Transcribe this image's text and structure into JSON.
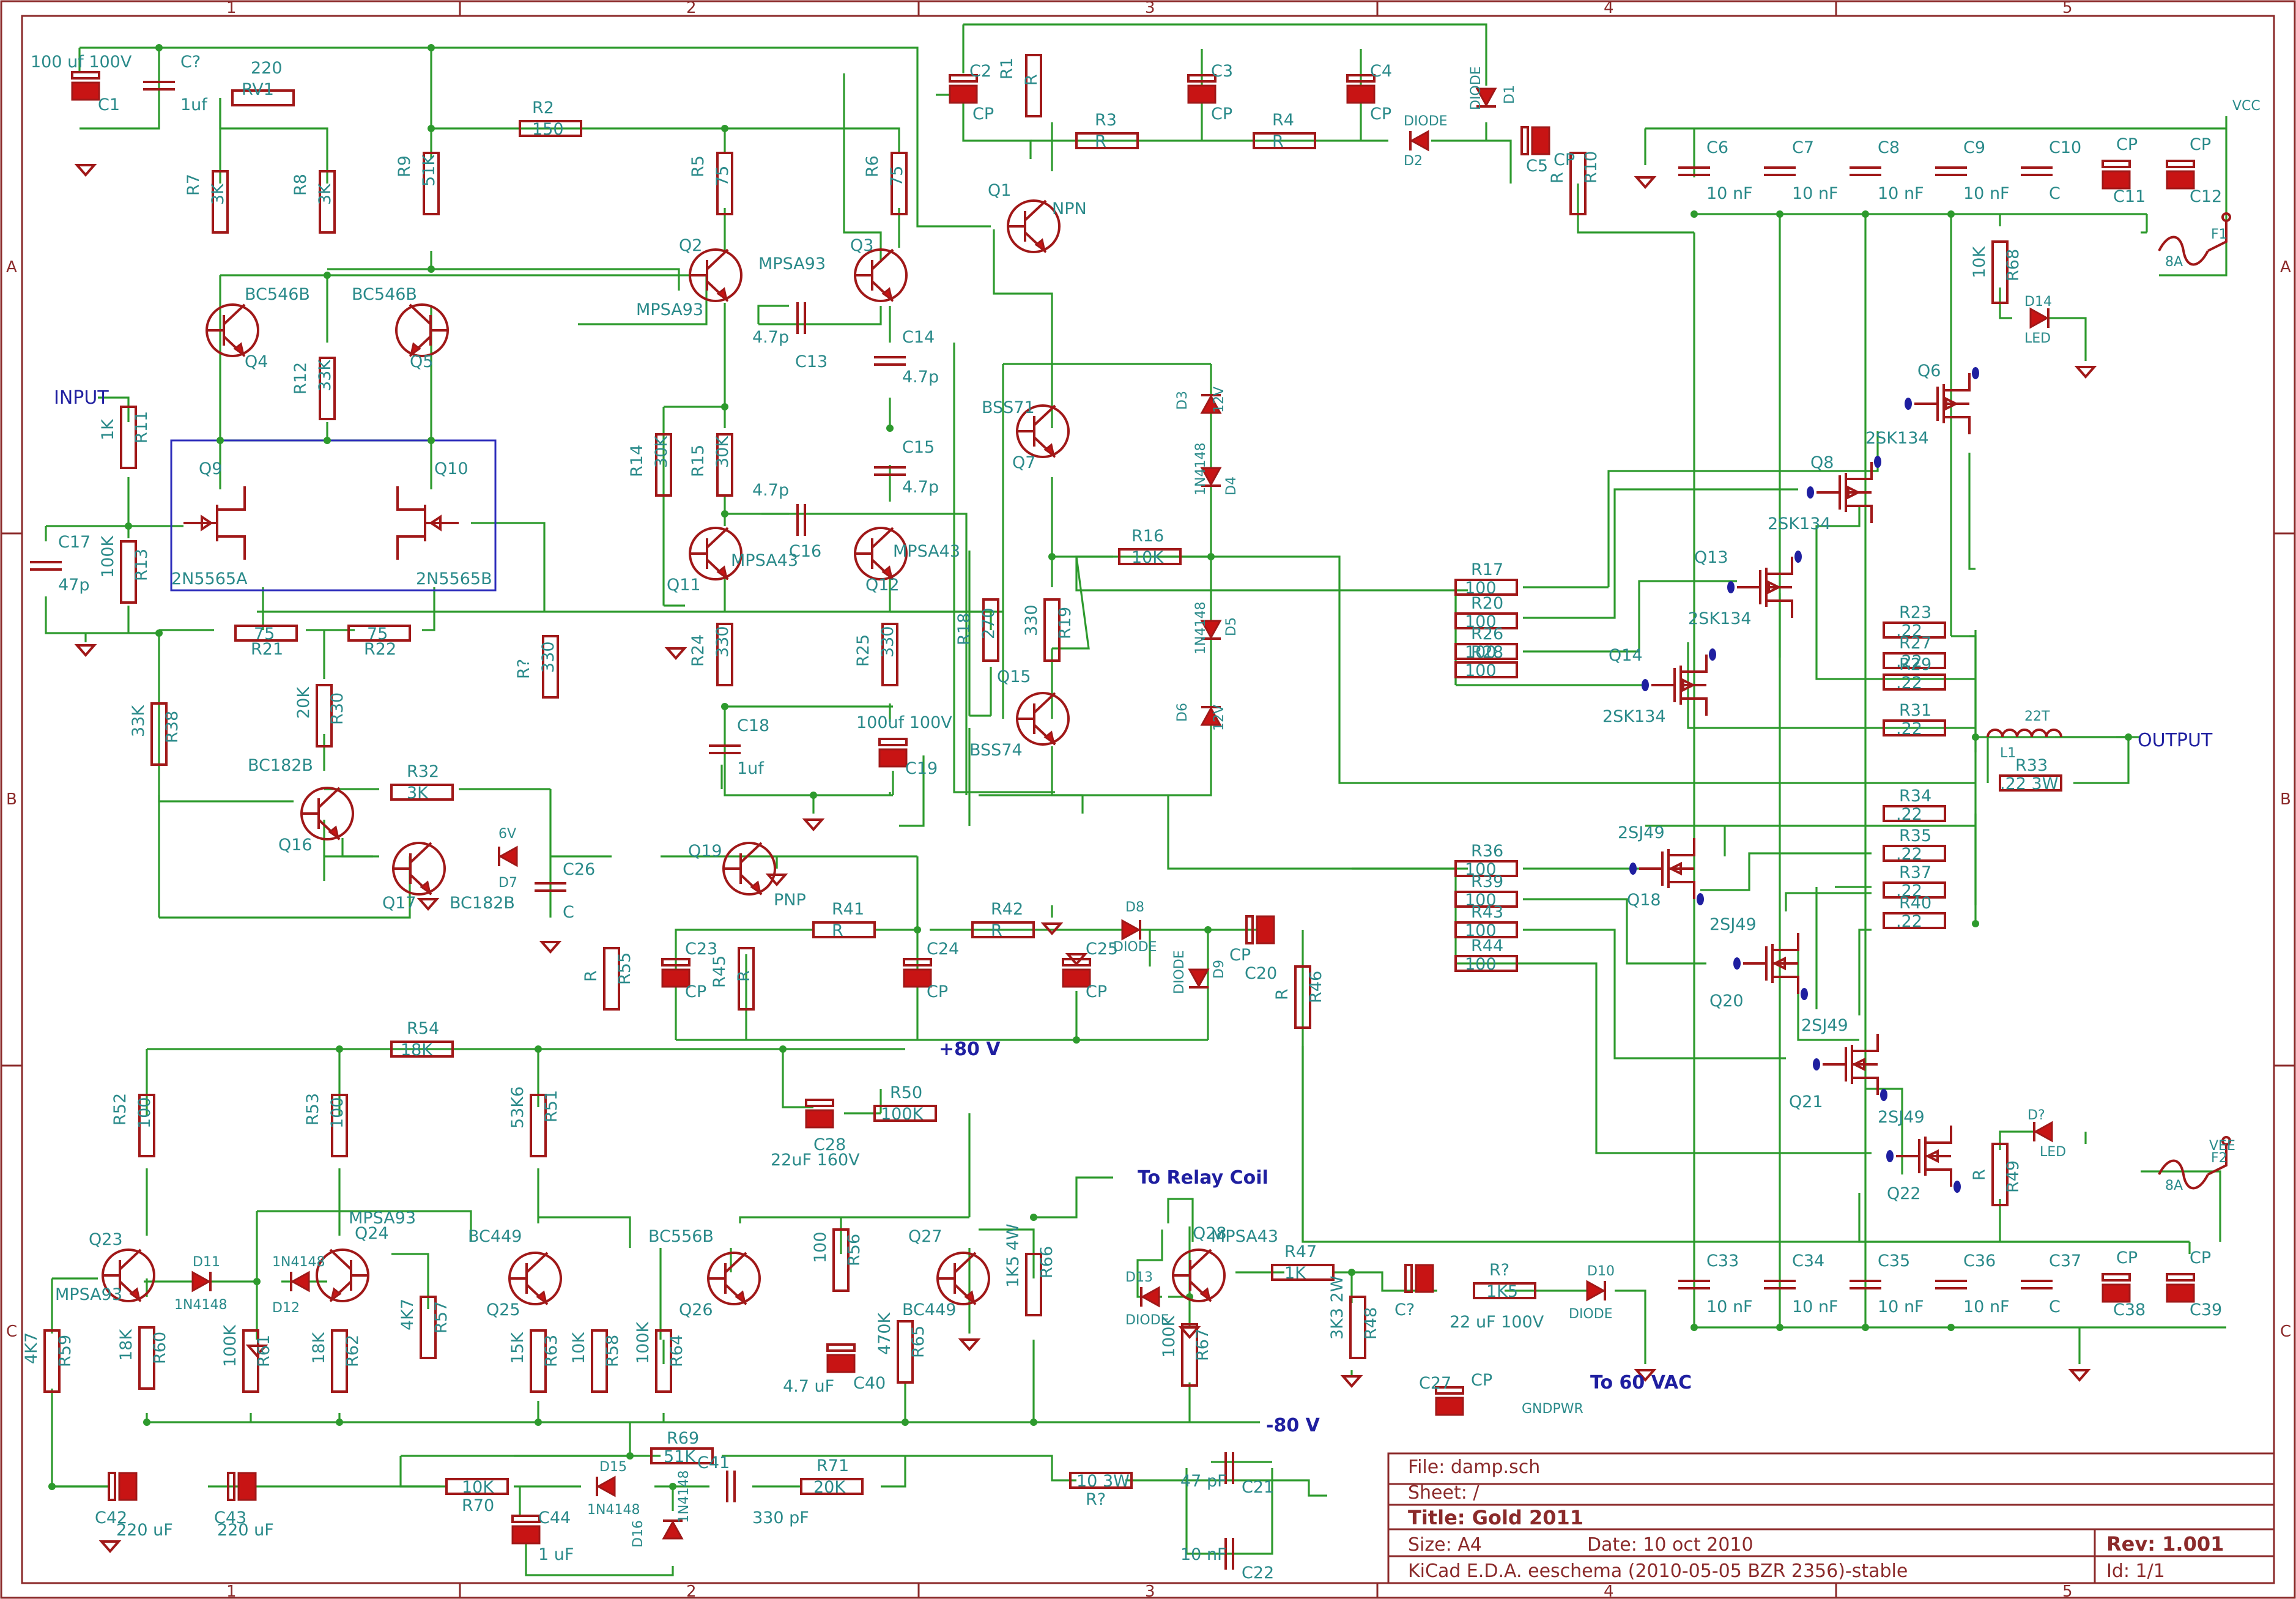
{
  "ruler": {
    "cols": [
      "1",
      "2",
      "3",
      "4",
      "5"
    ],
    "rows": [
      "A",
      "B",
      "C"
    ]
  },
  "nets": {
    "input": "INPUT",
    "output": "OUTPUT",
    "p80": "+80 V",
    "n80": "-80 V",
    "relay": "To Relay Coil",
    "ac": "To 60 VAC",
    "vcc": "VCC",
    "vee": "VEE",
    "gndpwr": "GNDPWR"
  },
  "resistors": [
    {
      "ref": "RV1",
      "val": "220"
    },
    {
      "ref": "R2",
      "val": "150"
    },
    {
      "ref": "R7",
      "val": "3K"
    },
    {
      "ref": "R8",
      "val": "3K"
    },
    {
      "ref": "R9",
      "val": "51K"
    },
    {
      "ref": "R5",
      "val": "75"
    },
    {
      "ref": "R6",
      "val": "75"
    },
    {
      "ref": "R1",
      "val": "R"
    },
    {
      "ref": "R3",
      "val": "R"
    },
    {
      "ref": "R4",
      "val": "R"
    },
    {
      "ref": "R10",
      "val": "R"
    },
    {
      "ref": "R68",
      "val": "10K"
    },
    {
      "ref": "R12",
      "val": "33K"
    },
    {
      "ref": "R11",
      "val": "1K"
    },
    {
      "ref": "R13",
      "val": "100K"
    },
    {
      "ref": "R14",
      "val": "30K"
    },
    {
      "ref": "R15",
      "val": "30K"
    },
    {
      "ref": "R16",
      "val": "10K"
    },
    {
      "ref": "R18",
      "val": "270"
    },
    {
      "ref": "R19",
      "val": "330"
    },
    {
      "ref": "R21",
      "val": "75"
    },
    {
      "ref": "R22",
      "val": "75"
    },
    {
      "ref": "R?",
      "val": "330"
    },
    {
      "ref": "R24",
      "val": "330"
    },
    {
      "ref": "R25",
      "val": "330"
    },
    {
      "ref": "R30",
      "val": "20K"
    },
    {
      "ref": "R38",
      "val": "33K"
    },
    {
      "ref": "R32",
      "val": "3K"
    },
    {
      "ref": "R17",
      "val": "100"
    },
    {
      "ref": "R20",
      "val": "100"
    },
    {
      "ref": "R26",
      "val": "100"
    },
    {
      "ref": "R28",
      "val": "100"
    },
    {
      "ref": "R23",
      "val": ".22"
    },
    {
      "ref": "R27",
      "val": ".22"
    },
    {
      "ref": "R29",
      "val": ".22"
    },
    {
      "ref": "R31",
      "val": ".22"
    },
    {
      "ref": "R33",
      "val": ".22 3W"
    },
    {
      "ref": "R34",
      "val": ".22"
    },
    {
      "ref": "R35",
      "val": ".22"
    },
    {
      "ref": "R37",
      "val": ".22"
    },
    {
      "ref": "R40",
      "val": ".22"
    },
    {
      "ref": "R36",
      "val": "100"
    },
    {
      "ref": "R39",
      "val": "100"
    },
    {
      "ref": "R43",
      "val": "100"
    },
    {
      "ref": "R44",
      "val": "100"
    },
    {
      "ref": "R41",
      "val": "R"
    },
    {
      "ref": "R42",
      "val": "R"
    },
    {
      "ref": "R45",
      "val": "R"
    },
    {
      "ref": "R55",
      "val": "R"
    },
    {
      "ref": "R46",
      "val": "R"
    },
    {
      "ref": "R54",
      "val": "18K"
    },
    {
      "ref": "R50",
      "val": "100K"
    },
    {
      "ref": "R52",
      "val": "100"
    },
    {
      "ref": "R53",
      "val": "100"
    },
    {
      "ref": "R51",
      "val": "53K6"
    },
    {
      "ref": "R56",
      "val": "100"
    },
    {
      "ref": "R66",
      "val": "1K5 4W"
    },
    {
      "ref": "R47",
      "val": "1K"
    },
    {
      "ref": "R48",
      "val": "3K3 2W"
    },
    {
      "ref": "R?",
      "val": "1K5"
    },
    {
      "ref": "R49",
      "val": "R"
    },
    {
      "ref": "R59",
      "val": "4K7"
    },
    {
      "ref": "R60",
      "val": "18K"
    },
    {
      "ref": "R61",
      "val": "100K"
    },
    {
      "ref": "R62",
      "val": "18K"
    },
    {
      "ref": "R57",
      "val": "4K7"
    },
    {
      "ref": "R63",
      "val": "15K"
    },
    {
      "ref": "R58",
      "val": "10K"
    },
    {
      "ref": "R64",
      "val": "100K"
    },
    {
      "ref": "R65",
      "val": "470K"
    },
    {
      "ref": "R67",
      "val": "100K"
    },
    {
      "ref": "R69",
      "val": "51K"
    },
    {
      "ref": "R70",
      "val": "10K"
    },
    {
      "ref": "R71",
      "val": "20K"
    },
    {
      "ref": "R?",
      "val": "10 3W"
    }
  ],
  "capacitors": [
    {
      "ref": "C1",
      "val": "100 uf 100V"
    },
    {
      "ref": "C?",
      "val": "1uf"
    },
    {
      "ref": "C2",
      "val": "CP"
    },
    {
      "ref": "C3",
      "val": "CP"
    },
    {
      "ref": "C4",
      "val": "CP"
    },
    {
      "ref": "C5",
      "val": "CP"
    },
    {
      "ref": "C6",
      "val": "10 nF"
    },
    {
      "ref": "C7",
      "val": "10 nF"
    },
    {
      "ref": "C8",
      "val": "10 nF"
    },
    {
      "ref": "C9",
      "val": "10 nF"
    },
    {
      "ref": "C10",
      "val": "C"
    },
    {
      "ref": "C11",
      "val": "CP"
    },
    {
      "ref": "C12",
      "val": "CP"
    },
    {
      "ref": "C13",
      "val": "4.7p"
    },
    {
      "ref": "C14",
      "val": "4.7p"
    },
    {
      "ref": "C15",
      "val": "4.7p"
    },
    {
      "ref": "C16",
      "val": "4.7p"
    },
    {
      "ref": "C17",
      "val": "47p"
    },
    {
      "ref": "C18",
      "val": "1uf"
    },
    {
      "ref": "C19",
      "val": "100uf 100V"
    },
    {
      "ref": "C26",
      "val": "C"
    },
    {
      "ref": "C23",
      "val": "CP"
    },
    {
      "ref": "C24",
      "val": "CP"
    },
    {
      "ref": "C25",
      "val": "CP"
    },
    {
      "ref": "C20",
      "val": "CP"
    },
    {
      "ref": "C28",
      "val": "22uF 160V"
    },
    {
      "ref": "C40",
      "val": "4.7 uF"
    },
    {
      "ref": "C?",
      "val": "22 uF 100V"
    },
    {
      "ref": "C27",
      "val": "CP"
    },
    {
      "ref": "C33",
      "val": "10 nF"
    },
    {
      "ref": "C34",
      "val": "10 nF"
    },
    {
      "ref": "C35",
      "val": "10 nF"
    },
    {
      "ref": "C36",
      "val": "10 nF"
    },
    {
      "ref": "C37",
      "val": "C"
    },
    {
      "ref": "C38",
      "val": "CP"
    },
    {
      "ref": "C39",
      "val": "CP"
    },
    {
      "ref": "C42",
      "val": "220 uF"
    },
    {
      "ref": "C43",
      "val": "220 uF"
    },
    {
      "ref": "C44",
      "val": "1 uF"
    },
    {
      "ref": "C41",
      "val": "330 pF"
    },
    {
      "ref": "C21",
      "val": "47 pF"
    },
    {
      "ref": "C22",
      "val": "10 nF"
    }
  ],
  "transistors": [
    {
      "ref": "Q1",
      "type": "NPN"
    },
    {
      "ref": "Q2",
      "type": "MPSA93"
    },
    {
      "ref": "Q3",
      "type": "MPSA93"
    },
    {
      "ref": "Q4",
      "type": "BC546B"
    },
    {
      "ref": "Q5",
      "type": "BC546B"
    },
    {
      "ref": "Q9",
      "type": "2N5565A"
    },
    {
      "ref": "Q10",
      "type": "2N5565B"
    },
    {
      "ref": "Q11",
      "type": "MPSA43"
    },
    {
      "ref": "Q12",
      "type": "MPSA43"
    },
    {
      "ref": "Q7",
      "type": "BSS71"
    },
    {
      "ref": "Q15",
      "type": "BSS74"
    },
    {
      "ref": "Q16",
      "type": "BC182B"
    },
    {
      "ref": "Q17",
      "type": "BC182B"
    },
    {
      "ref": "Q19",
      "type": "PNP"
    },
    {
      "ref": "Q6",
      "type": "2SK134"
    },
    {
      "ref": "Q8",
      "type": "2SK134"
    },
    {
      "ref": "Q13",
      "type": "2SK134"
    },
    {
      "ref": "Q14",
      "type": "2SK134"
    },
    {
      "ref": "Q18",
      "type": "2SJ49"
    },
    {
      "ref": "Q20",
      "type": "2SJ49"
    },
    {
      "ref": "Q21",
      "type": "2SJ49"
    },
    {
      "ref": "Q22",
      "type": "2SJ49"
    },
    {
      "ref": "Q23",
      "type": "MPSA93"
    },
    {
      "ref": "Q24",
      "type": "MPSA93"
    },
    {
      "ref": "Q25",
      "type": "BC449"
    },
    {
      "ref": "Q26",
      "type": "BC556B"
    },
    {
      "ref": "Q27",
      "type": "BC449"
    },
    {
      "ref": "Q28",
      "type": "MPSA43"
    }
  ],
  "diodes": [
    {
      "ref": "D1",
      "val": "DIODE"
    },
    {
      "ref": "D2",
      "val": "DIODE"
    },
    {
      "ref": "D3",
      "val": "12V"
    },
    {
      "ref": "D4",
      "val": "1N4148"
    },
    {
      "ref": "D5",
      "val": "1N4148"
    },
    {
      "ref": "D6",
      "val": "12V"
    },
    {
      "ref": "D7",
      "val": "6V"
    },
    {
      "ref": "D8",
      "val": "DIODE"
    },
    {
      "ref": "D9",
      "val": "DIODE"
    },
    {
      "ref": "D14",
      "val": "LED"
    },
    {
      "ref": "D?",
      "val": "LED"
    },
    {
      "ref": "D10",
      "val": "DIODE"
    },
    {
      "ref": "D11",
      "val": "1N4148"
    },
    {
      "ref": "D12",
      "val": "1N4148"
    },
    {
      "ref": "D13",
      "val": "DIODE"
    },
    {
      "ref": "D15",
      "val": "1N4148"
    },
    {
      "ref": "D16",
      "val": "1N4148"
    }
  ],
  "other": {
    "f1": "F1",
    "f1v": "8A",
    "f2": "F2",
    "f2v": "8A",
    "l1": "L1",
    "l1v": "22T"
  },
  "title_block": {
    "file": "File: damp.sch",
    "sheet": "Sheet: /",
    "title": "Title: Gold 2011",
    "size": "Size: A4",
    "date": "Date: 10 oct 2010",
    "rev": "Rev: 1.001",
    "kicad": "KiCad E.D.A.  eeschema (2010-05-05 BZR 2356)-stable",
    "id": "Id: 1/1"
  }
}
